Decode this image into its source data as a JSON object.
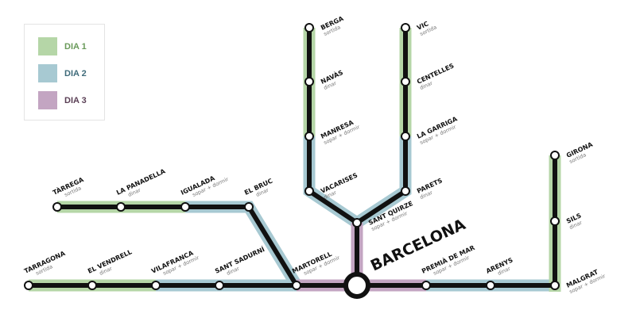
{
  "legend": [
    {
      "label": "DIA 1",
      "color": "#b5d6a7",
      "text_color": "#6a9a5a"
    },
    {
      "label": "DIA 2",
      "color": "#a7c9d2",
      "text_color": "#3f6b7a"
    },
    {
      "label": "DIA 3",
      "color": "#c3a5c2",
      "text_color": "#5a3f55"
    }
  ],
  "hub": {
    "name": "BARCELONA"
  },
  "stations": {
    "tarrega": {
      "name": "TÀRREGA",
      "sub": "sortida"
    },
    "panadella": {
      "name": "LA PANADELLA",
      "sub": "dinar"
    },
    "igualada": {
      "name": "IGUALADA",
      "sub": "sopar + dormir"
    },
    "bruc": {
      "name": "EL BRUC",
      "sub": "dinar"
    },
    "tarragona": {
      "name": "TARRAGONA",
      "sub": "sortida"
    },
    "vendrell": {
      "name": "EL VENDRELL",
      "sub": "dinar"
    },
    "vilafranca": {
      "name": "VILAFRANCA",
      "sub": "sopar + dormir"
    },
    "sadurni": {
      "name": "SANT SADURNÍ",
      "sub": "dinar"
    },
    "martorell": {
      "name": "MARTORELL",
      "sub": "sopar + dormir"
    },
    "premia": {
      "name": "PREMIÀ DE MAR",
      "sub": "sopar + dormir"
    },
    "arenys": {
      "name": "ARENYS",
      "sub": "dinar"
    },
    "malgrat": {
      "name": "MALGRAT",
      "sub": "sopar + dormir"
    },
    "sils": {
      "name": "SILS",
      "sub": "dinar"
    },
    "girona": {
      "name": "GIRONA",
      "sub": "sortida"
    },
    "berga": {
      "name": "BERGA",
      "sub": "sortida"
    },
    "navas": {
      "name": "NAVÀS",
      "sub": "dinar"
    },
    "manresa": {
      "name": "MANRESA",
      "sub": "sopar + dormir"
    },
    "vacarises": {
      "name": "VACARISES",
      "sub": "dinar"
    },
    "quirze": {
      "name": "SANT QUIRZE",
      "sub": "sopar + dormir"
    },
    "vic": {
      "name": "VIC",
      "sub": "sortida"
    },
    "centelles": {
      "name": "CENTELLES",
      "sub": "dinar"
    },
    "garriga": {
      "name": "LA GARRIGA",
      "sub": "sopar + dormir"
    },
    "parets": {
      "name": "PARETS",
      "sub": "dinar"
    }
  }
}
